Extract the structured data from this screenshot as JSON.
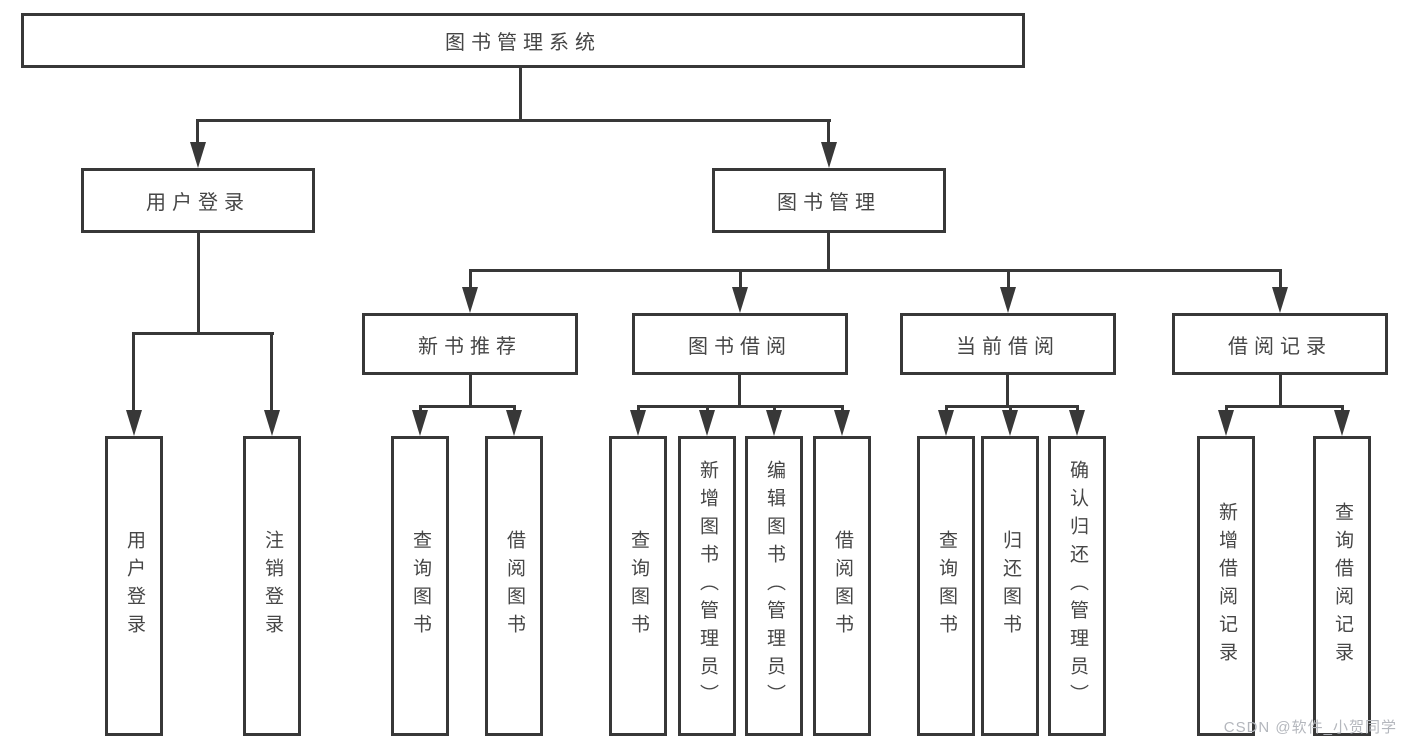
{
  "nodes": {
    "root": "图书管理系统",
    "user_login": "用户登录",
    "book_management": "图书管理",
    "new_book_recommend": "新书推荐",
    "book_borrowing": "图书借阅",
    "current_borrowing": "当前借阅",
    "borrowing_records": "借阅记录",
    "leaves": {
      "user_login_group": [
        "用户登录",
        "注销登录"
      ],
      "new_book_group": [
        "查询图书",
        "借阅图书"
      ],
      "book_borrowing_group": [
        "查询图书",
        "新增图书（管理员）",
        "编辑图书（管理员）",
        "借阅图书"
      ],
      "current_borrowing_group": [
        "查询图书",
        "归还图书",
        "确认归还（管理员）"
      ],
      "records_group": [
        "新增借阅记录",
        "查询借阅记录"
      ]
    }
  },
  "watermark": {
    "text": "CSDN @软件_小贺同学"
  },
  "colors": {
    "line": "#383838",
    "text": "#464646",
    "watermark": "#b4b7bd",
    "background": "#ffffff"
  }
}
